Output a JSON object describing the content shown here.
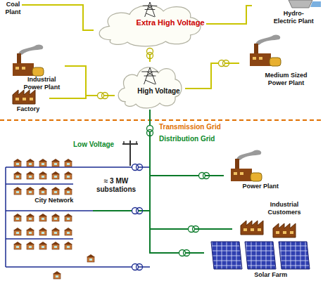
{
  "diagram": {
    "nodes": [
      {
        "text": [
          "Coal Plant"
        ]
      },
      {
        "text": [
          "Extra High Voltage"
        ]
      },
      {
        "text": [
          "Hydro-Electric Plant"
        ]
      },
      {
        "text": [
          "Industrial Power Plant"
        ]
      },
      {
        "text": [
          "High Voltage"
        ]
      },
      {
        "text": [
          "Medium Sized Power Plant"
        ]
      },
      {
        "text": [
          "Factory"
        ]
      },
      {
        "text": [
          "City Network"
        ]
      },
      {
        "text": [
          "Power Plant"
        ]
      },
      {
        "text": [
          "Industrial Customers"
        ]
      },
      {
        "text": [
          "Solar Farm"
        ]
      }
    ],
    "edges": [
      {
        "from": 0,
        "to": 1,
        "arrow": "none"
      },
      {
        "from": 1,
        "to": 2,
        "arrow": "none"
      },
      {
        "from": 1,
        "to": 4,
        "arrow": "none"
      },
      {
        "from": 3,
        "to": 4,
        "arrow": "none"
      },
      {
        "from": 6,
        "to": 4,
        "arrow": "none"
      },
      {
        "from": 4,
        "to": 5,
        "arrow": "none"
      },
      {
        "from": 4,
        "to": 7,
        "arrow": "none"
      },
      {
        "from": 4,
        "to": 8,
        "arrow": "none"
      },
      {
        "from": 4,
        "to": 9,
        "arrow": "none"
      },
      {
        "from": 4,
        "to": 10,
        "arrow": "none"
      }
    ],
    "labels": [
      "Transmission Grid",
      "Distribution Grid",
      "Low Voltage",
      "≈ 3 MW substations"
    ]
  }
}
